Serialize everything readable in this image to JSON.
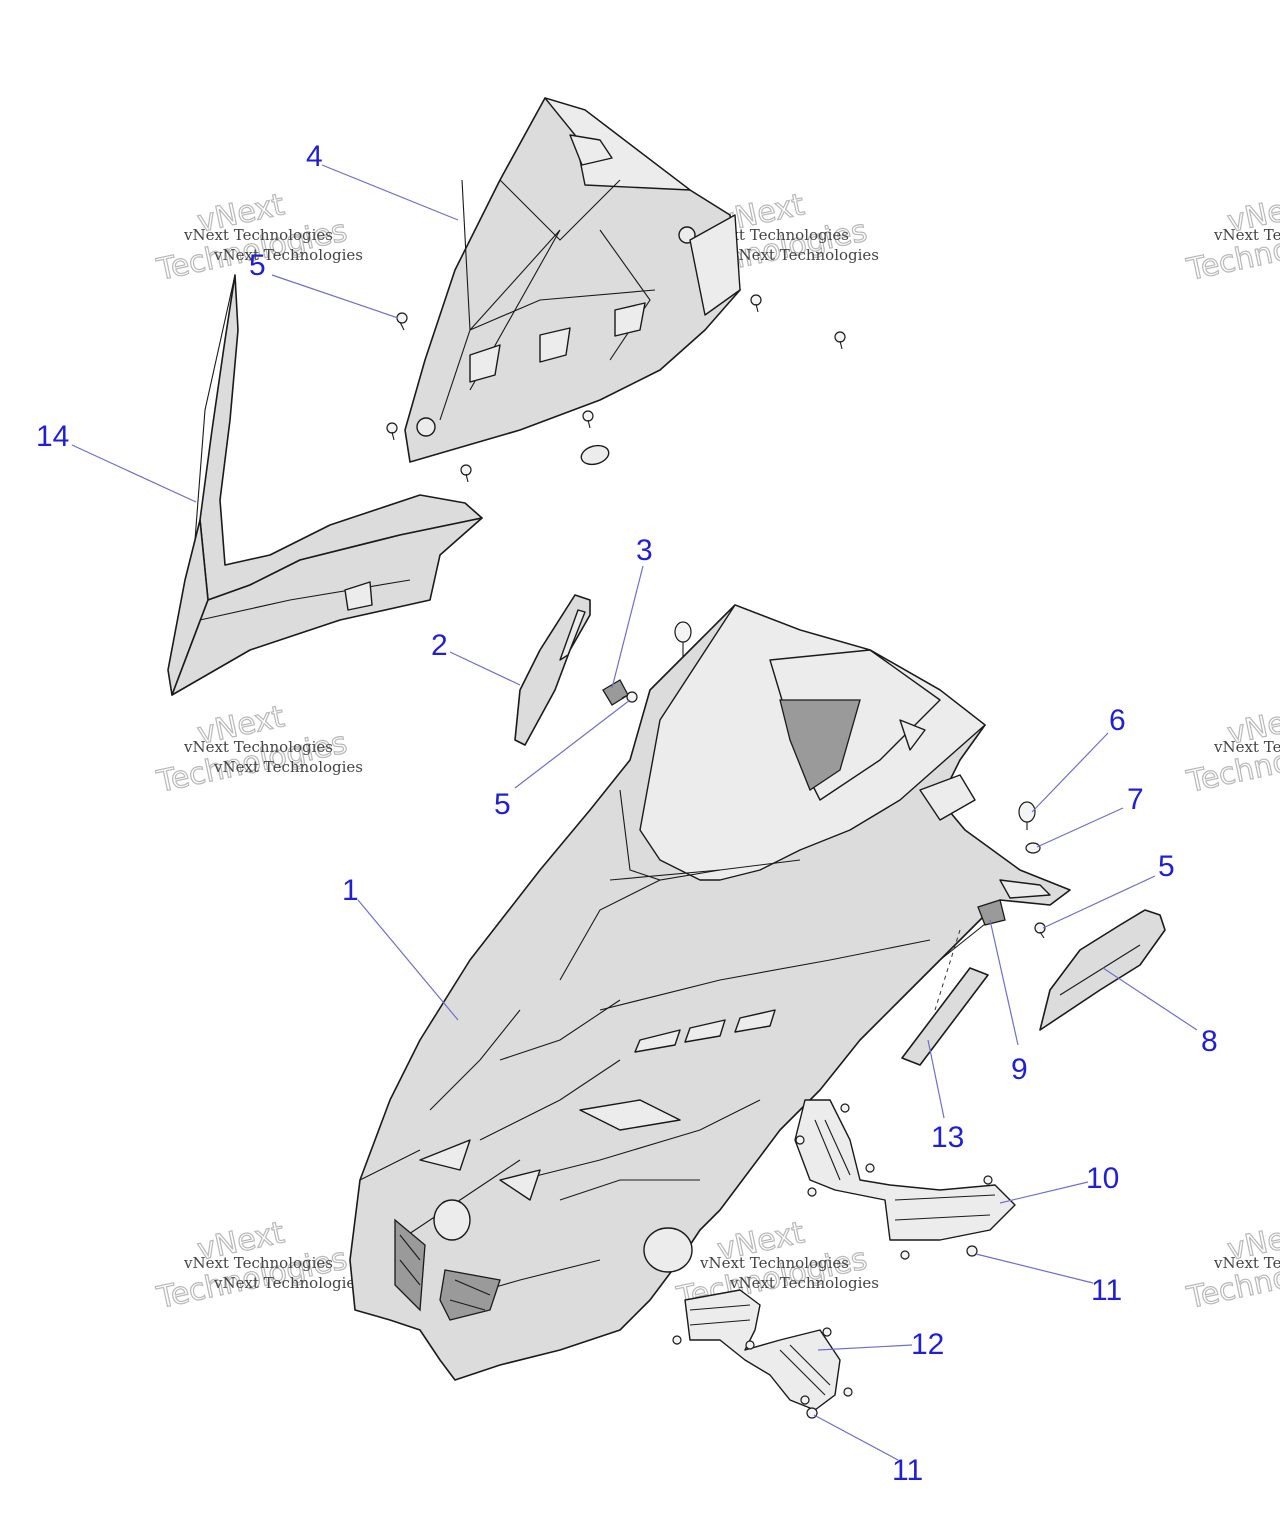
{
  "colors": {
    "callout": "#1f1fd6",
    "leader": "#6f6fc8",
    "line_art": "#1a1a1a",
    "part_fill": "#dcdcdc",
    "watermark": "#b8b8b8"
  },
  "watermark": {
    "small_text": "vNext Technologies",
    "big_line1": "vNext",
    "big_line2": "Technologies"
  },
  "callouts": [
    {
      "id": "c1",
      "label": "1"
    },
    {
      "id": "c2",
      "label": "2"
    },
    {
      "id": "c3",
      "label": "3"
    },
    {
      "id": "c4",
      "label": "4"
    },
    {
      "id": "c5a",
      "label": "5"
    },
    {
      "id": "c5b",
      "label": "5"
    },
    {
      "id": "c5c",
      "label": "5"
    },
    {
      "id": "c6",
      "label": "6"
    },
    {
      "id": "c7",
      "label": "7"
    },
    {
      "id": "c8",
      "label": "8"
    },
    {
      "id": "c9",
      "label": "9"
    },
    {
      "id": "c10",
      "label": "10"
    },
    {
      "id": "c11a",
      "label": "11"
    },
    {
      "id": "c11b",
      "label": "11"
    },
    {
      "id": "c12",
      "label": "12"
    },
    {
      "id": "c13",
      "label": "13"
    },
    {
      "id": "c14",
      "label": "14"
    }
  ]
}
